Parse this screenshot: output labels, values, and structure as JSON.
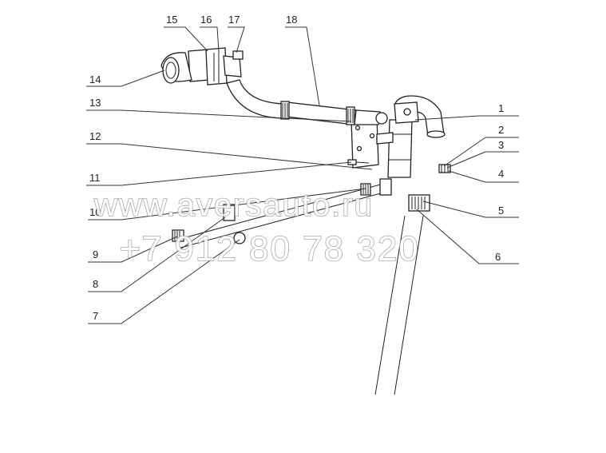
{
  "callouts": [
    {
      "label": "1"
    },
    {
      "label": "2"
    },
    {
      "label": "3"
    },
    {
      "label": "4"
    },
    {
      "label": "5"
    },
    {
      "label": "6"
    },
    {
      "label": "7"
    },
    {
      "label": "8"
    },
    {
      "label": "9"
    },
    {
      "label": "10"
    },
    {
      "label": "11"
    },
    {
      "label": "12"
    },
    {
      "label": "13"
    },
    {
      "label": "14"
    },
    {
      "label": "15"
    },
    {
      "label": "16"
    },
    {
      "label": "17"
    },
    {
      "label": "18"
    }
  ],
  "watermark": {
    "url": "www.aversauto.ru",
    "phone": "+7 912 80 78 320"
  }
}
